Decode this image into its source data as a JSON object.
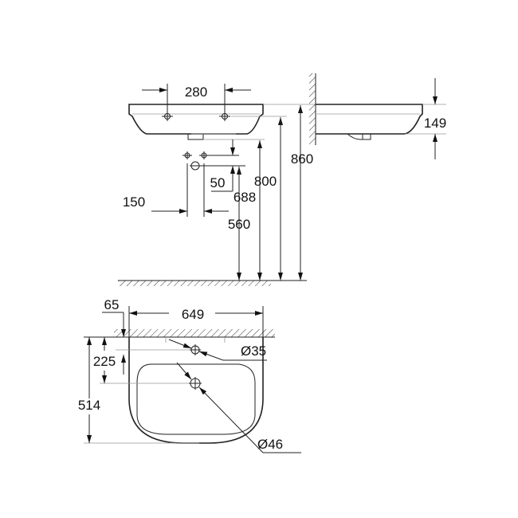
{
  "dimensions": {
    "tap_spacing": "280",
    "depth": "149",
    "wall_height": "860",
    "rim_height": "800",
    "outlet_height": "688",
    "supply_height": "560",
    "supply_spacing": "150",
    "supply_offset": "50",
    "width": "649",
    "wall_offset": "65",
    "tap_hole_distance": "225",
    "projection": "514",
    "tap_hole_diameter": "Ø35",
    "drain_diameter": "Ø46"
  }
}
